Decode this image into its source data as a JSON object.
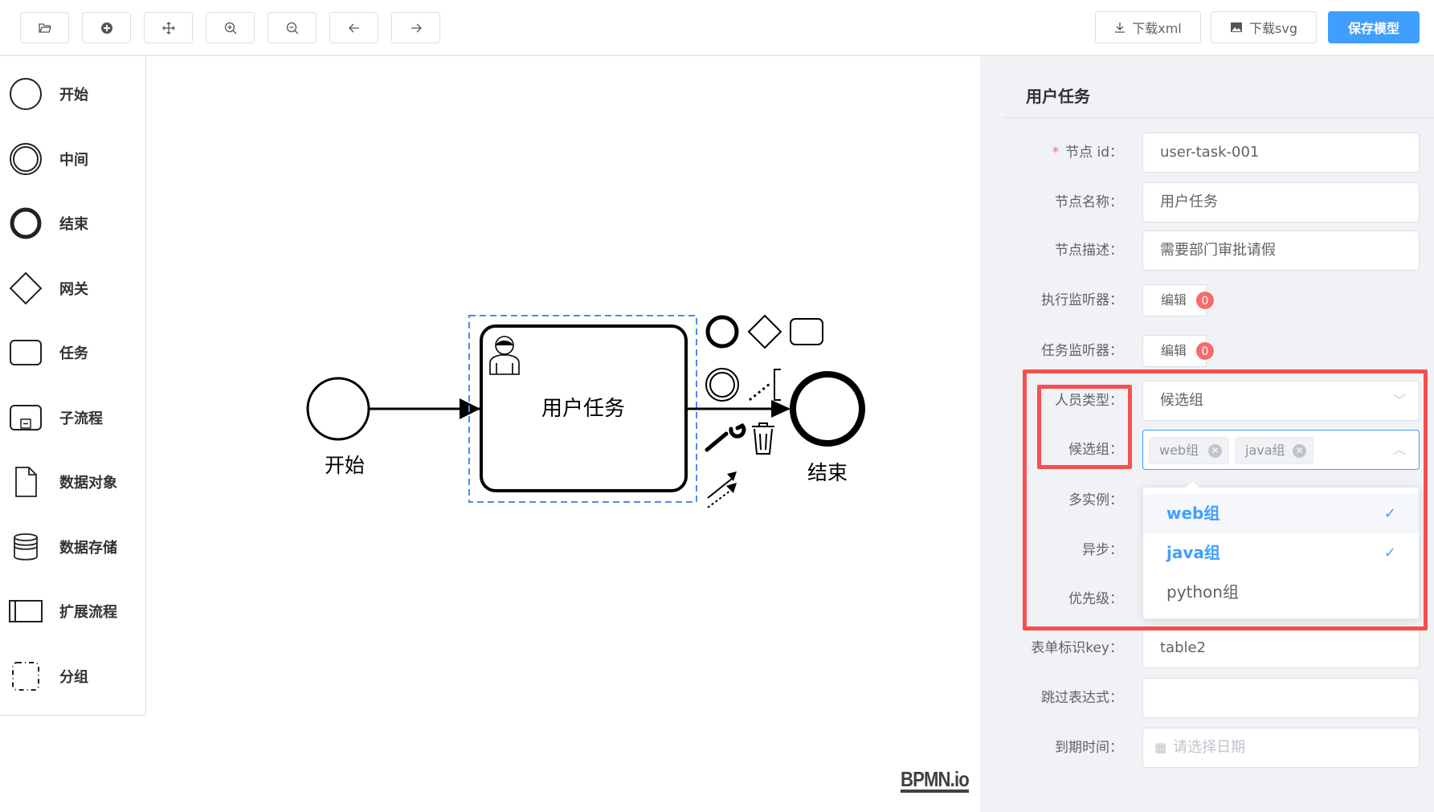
{
  "toolbar": {
    "buttons": [
      {
        "icon": "folder-open-icon"
      },
      {
        "icon": "plus-circle-icon"
      },
      {
        "icon": "move-icon"
      },
      {
        "icon": "zoom-in-icon"
      },
      {
        "icon": "zoom-out-icon"
      },
      {
        "icon": "undo-arrow-icon"
      },
      {
        "icon": "redo-arrow-icon"
      }
    ],
    "download_xml": "下载xml",
    "download_svg": "下载svg",
    "save_model": "保存模型"
  },
  "palette": {
    "items": [
      {
        "label": "开始",
        "icon": "start-event-icon"
      },
      {
        "label": "中间",
        "icon": "intermediate-event-icon"
      },
      {
        "label": "结束",
        "icon": "end-event-icon"
      },
      {
        "label": "网关",
        "icon": "gateway-icon"
      },
      {
        "label": "任务",
        "icon": "task-icon"
      },
      {
        "label": "子流程",
        "icon": "subprocess-icon"
      },
      {
        "label": "数据对象",
        "icon": "data-object-icon"
      },
      {
        "label": "数据存储",
        "icon": "data-store-icon"
      },
      {
        "label": "扩展流程",
        "icon": "pool-icon"
      },
      {
        "label": "分组",
        "icon": "group-icon"
      }
    ]
  },
  "canvas": {
    "start_label": "开始",
    "task_label": "用户任务",
    "end_label": "结束",
    "logo": "BPMN.io"
  },
  "panel": {
    "title": "用户任务",
    "node_id_label": "节点 id：",
    "node_id": "user-task-001",
    "node_name_label": "节点名称：",
    "node_name": "用户任务",
    "node_desc_label": "节点描述：",
    "node_desc": "需要部门审批请假",
    "exec_listener_label": "执行监听器：",
    "exec_listener_btn": "编辑",
    "exec_listener_count": "0",
    "task_listener_label": "任务监听器：",
    "task_listener_btn": "编辑",
    "task_listener_count": "0",
    "user_type_label": "人员类型：",
    "user_type": "候选组",
    "candidate_group_label": "候选组：",
    "candidate_tags": [
      "web组",
      "java组"
    ],
    "multi_instance_label": "多实例：",
    "async_label": "异步：",
    "priority_label": "优先级：",
    "form_key_label": "表单标识key：",
    "form_key": "table2",
    "skip_expr_label": "跳过表达式：",
    "skip_expr": "",
    "due_date_label": "到期时间：",
    "due_date_placeholder": "请选择日期"
  },
  "dropdown": {
    "options": [
      {
        "label": "web组",
        "selected": true
      },
      {
        "label": "java组",
        "selected": true
      },
      {
        "label": "python组",
        "selected": false
      }
    ],
    "check": "✓"
  },
  "colors": {
    "primary": "#409eff",
    "danger": "#f56c6c",
    "highlight": "#f5504f"
  }
}
